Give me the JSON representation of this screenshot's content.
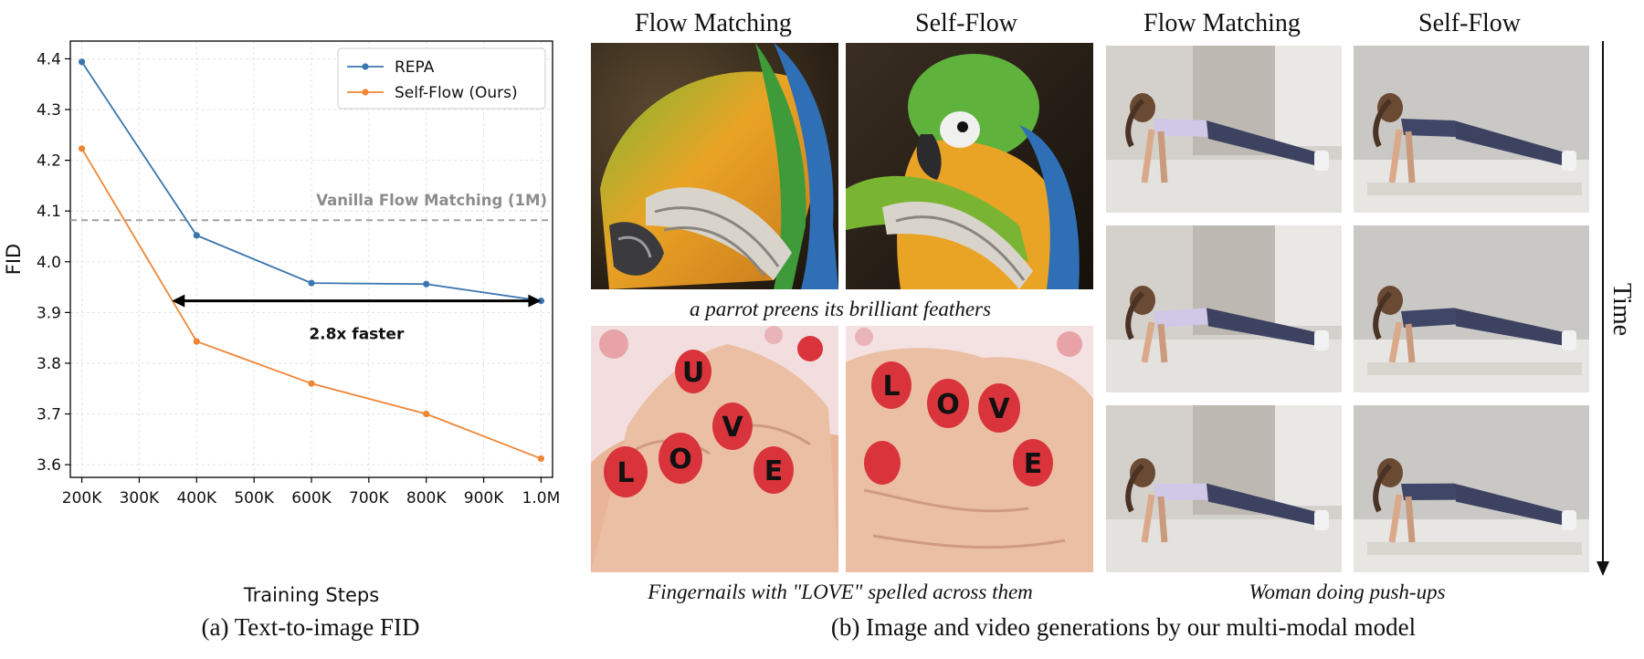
{
  "chart_data": {
    "type": "line",
    "xlabel": "Training Steps",
    "ylabel": "FID",
    "x_ticks": [
      "200K",
      "300K",
      "400K",
      "500K",
      "600K",
      "700K",
      "800K",
      "900K",
      "1.0M"
    ],
    "x_tick_values": [
      200000,
      300000,
      400000,
      500000,
      600000,
      700000,
      800000,
      900000,
      1000000
    ],
    "y_ticks": [
      "3.6",
      "3.7",
      "3.8",
      "3.9",
      "4.0",
      "4.1",
      "4.2",
      "4.3",
      "4.4"
    ],
    "y_tick_values": [
      3.6,
      3.7,
      3.8,
      3.9,
      4.0,
      4.1,
      4.2,
      4.3,
      4.4
    ],
    "xlim": [
      180000,
      1020000
    ],
    "ylim": [
      3.575,
      4.435
    ],
    "grid": true,
    "legend_position": "top-right",
    "series": [
      {
        "name": "REPA",
        "color": "#3b75af",
        "x": [
          200000,
          400000,
          600000,
          800000,
          1000000
        ],
        "values": [
          4.394,
          4.052,
          3.958,
          3.956,
          3.923
        ]
      },
      {
        "name": "Self-Flow (Ours)",
        "color": "#ef8636",
        "x": [
          200000,
          400000,
          600000,
          800000,
          1000000
        ],
        "values": [
          4.223,
          3.843,
          3.76,
          3.7,
          3.612
        ]
      }
    ],
    "reference_line": {
      "label": "Vanilla Flow Matching (1M)",
      "value": 4.082,
      "color": "#a0a0a0"
    },
    "annotation": {
      "label": "2.8x faster",
      "x_start": 357000,
      "x_end": 1000000,
      "y": 3.923
    }
  },
  "captions": {
    "left": "(a) Text-to-image FID",
    "right": "(b) Image and video generations by our multi-modal model",
    "parrot": "a parrot preens its brilliant feathers",
    "nails": "Fingernails with \"LOVE\" spelled across them",
    "pushups": "Woman doing push-ups",
    "time": "Time"
  },
  "column_titles": {
    "img_fm": "Flow Matching",
    "img_sf": "Self-Flow",
    "vid_fm": "Flow Matching",
    "vid_sf": "Self-Flow"
  },
  "nail_letters": {
    "fm": [
      "L",
      "O",
      "V",
      "E",
      "U"
    ],
    "sf": [
      "L",
      "O",
      "V",
      "E"
    ]
  },
  "colors": {
    "repa": "#3b75af",
    "selfflow": "#ef8636",
    "parrot_green": "#4aa33a",
    "parrot_orange": "#e8a126",
    "parrot_blue": "#2f6fb6",
    "nail_red": "#d9343c",
    "skin": "#e8b598",
    "gym_wall": "#d8d6d2"
  }
}
